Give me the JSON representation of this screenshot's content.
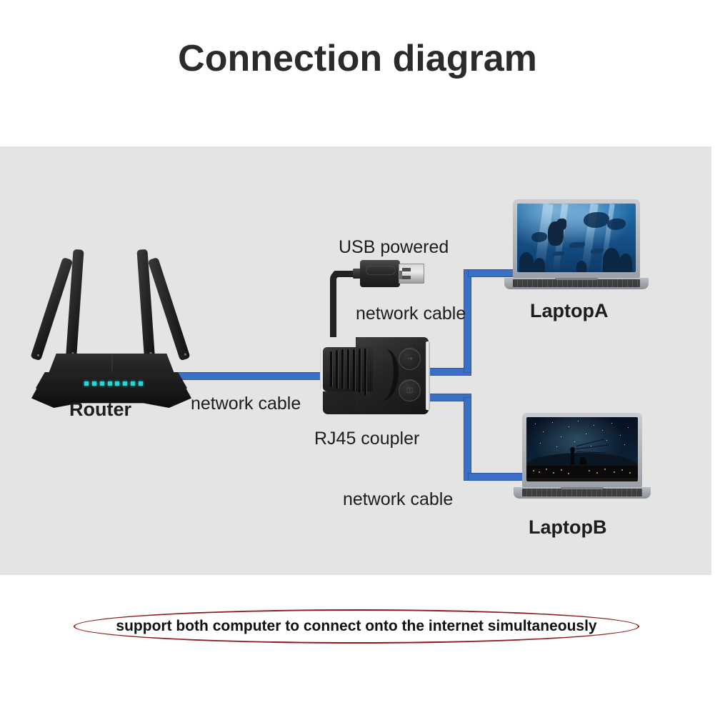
{
  "page": {
    "title": "Connection diagram",
    "background_color": "#ffffff",
    "panel_color": "#e4e4e4"
  },
  "colors": {
    "network_cable": "#3c6fc6",
    "usb_cable": "#222222",
    "router_led": "#23d7d7",
    "caption_border": "#8c1b1b",
    "title_text": "#2b2b2b"
  },
  "devices": {
    "router": {
      "label": "Router",
      "led_count": 8,
      "antenna_count": 4
    },
    "coupler": {
      "label": "RJ45 coupler",
      "port_count": 3
    },
    "usb": {
      "label": "USB powered",
      "connector": "usb-a"
    },
    "laptop_a": {
      "label": "LaptopA",
      "wallpaper": "underwater-blue"
    },
    "laptop_b": {
      "label": "LaptopB",
      "wallpaper": "starry-night"
    }
  },
  "cables": {
    "router_to_coupler": "network cable",
    "coupler_to_laptop_a": "network cable",
    "coupler_to_laptop_b": "network cable"
  },
  "caption": {
    "text": "support both computer to connect onto the internet simultaneously"
  },
  "icons": {
    "coupler_port_top": "uplink-icon",
    "coupler_port_bottom": "rj45-jack-icon"
  }
}
